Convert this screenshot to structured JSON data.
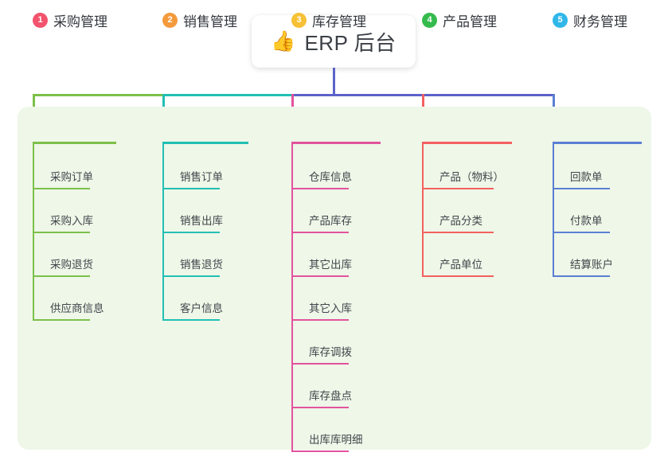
{
  "diagram": {
    "type": "mind-map",
    "background": "#ffffff",
    "panel_color": "#eef7e8",
    "root": {
      "emoji": "👍",
      "emoji_name": "thumbs-up-icon",
      "label": "ERP 后台"
    },
    "trunk_color": "#5b62c8",
    "columns": [
      {
        "number": "1",
        "title": "采购管理",
        "badge_color": "#f2536d",
        "line_color": "#7cc04a",
        "items": [
          "采购订单",
          "采购入库",
          "采购退货",
          "供应商信息"
        ]
      },
      {
        "number": "2",
        "title": "销售管理",
        "badge_color": "#f49a3c",
        "line_color": "#22bfb4",
        "items": [
          "销售订单",
          "销售出库",
          "销售退货",
          "客户信息"
        ]
      },
      {
        "number": "3",
        "title": "库存管理",
        "badge_color": "#f7c136",
        "line_color": "#e2539e",
        "items": [
          "仓库信息",
          "产品库存",
          "其它出库",
          "其它入库",
          "库存调拨",
          "库存盘点",
          "出库库明细"
        ]
      },
      {
        "number": "4",
        "title": "产品管理",
        "badge_color": "#35bb4d",
        "line_color": "#f4605f",
        "items": [
          "产品（物料）",
          "产品分类",
          "产品单位"
        ]
      },
      {
        "number": "5",
        "title": "财务管理",
        "badge_color": "#30b7e8",
        "line_color": "#5b7fd4",
        "items": [
          "回款单",
          "付款单",
          "结算账户"
        ]
      }
    ]
  }
}
